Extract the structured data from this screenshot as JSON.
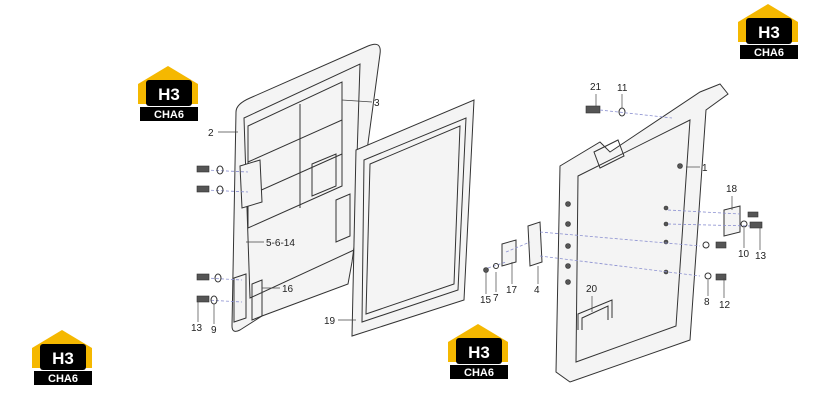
{
  "logo": {
    "top_letters": "H3",
    "bottom_text": "CHA6",
    "colors": {
      "house": "#f5b800",
      "box": "#000000",
      "text": "#ffffff"
    }
  },
  "callouts": [
    {
      "label": "1"
    },
    {
      "label": "2"
    },
    {
      "label": "3"
    },
    {
      "label": "4"
    },
    {
      "label": "5-6-14"
    },
    {
      "label": "7"
    },
    {
      "label": "8"
    },
    {
      "label": "9"
    },
    {
      "label": "10"
    },
    {
      "label": "11"
    },
    {
      "label": "12"
    },
    {
      "label": "13"
    },
    {
      "label": "13"
    },
    {
      "label": "15"
    },
    {
      "label": "16"
    },
    {
      "label": "17"
    },
    {
      "label": "18"
    },
    {
      "label": "19"
    },
    {
      "label": "20"
    },
    {
      "label": "21"
    }
  ]
}
